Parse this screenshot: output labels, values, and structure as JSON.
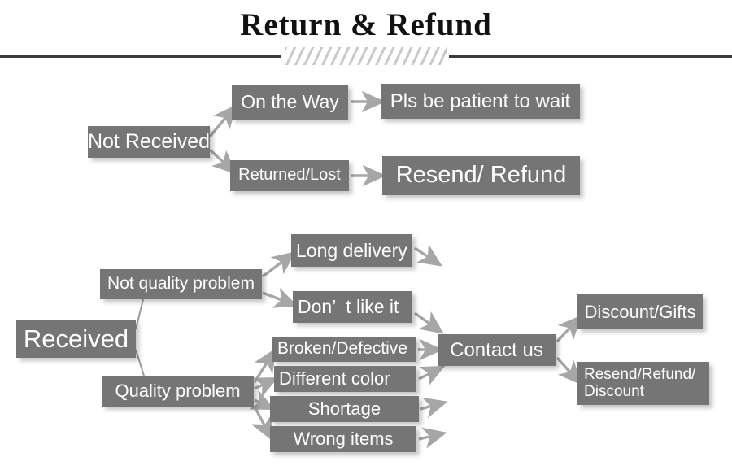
{
  "title": "Return & Refund",
  "divider": {
    "icon": "diagonal-hatch-ornament"
  },
  "flow": {
    "not_received": {
      "root": {
        "label": "Not Received"
      },
      "branches": [
        {
          "label": "On the Way",
          "result": "Pls be patient to wait"
        },
        {
          "label": "Returned/Lost",
          "result": "Resend/ Refund"
        }
      ]
    },
    "received": {
      "root": {
        "label": "Received"
      },
      "categories": [
        {
          "label": "Not quality problem",
          "reasons": [
            "Long delivery",
            "Don’  t like it"
          ]
        },
        {
          "label": "Quality problem",
          "reasons": [
            "Broken/Defective",
            "Different color",
            "Shortage",
            "Wrong items"
          ]
        }
      ],
      "action": {
        "label": "Contact us"
      },
      "outcomes": [
        {
          "label": "Discount/Gifts"
        },
        {
          "label": "Resend/Refund/\nDiscount"
        }
      ]
    }
  },
  "colors": {
    "node_fill": "#757575",
    "node_text": "#ffffff",
    "arrow": "#a6a6a6",
    "connector": "#9a9a9a",
    "title_text": "#111111",
    "divider": "#3a3a3a"
  }
}
